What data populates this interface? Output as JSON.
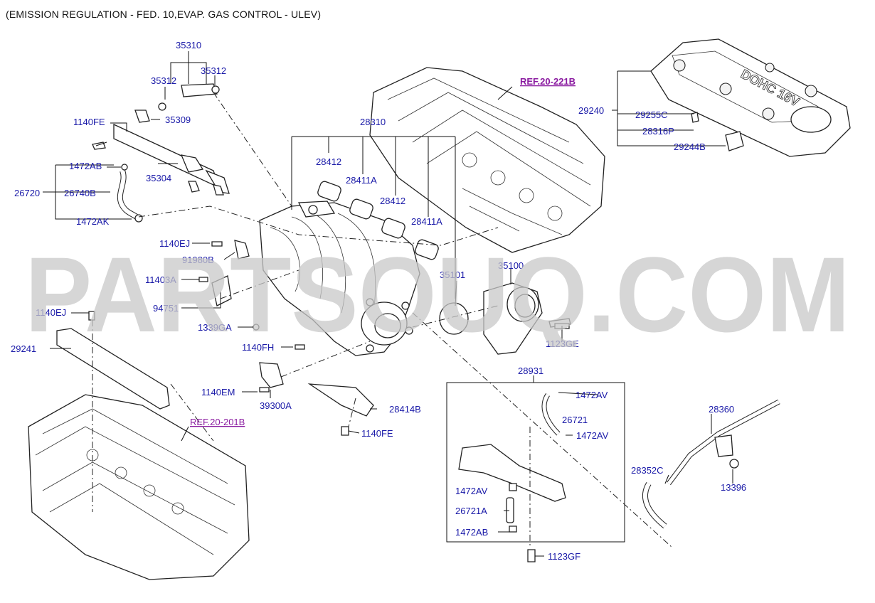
{
  "title": "(EMISSION REGULATION - FED. 10,EVAP. GAS CONTROL - ULEV)",
  "watermark": "PARTSOUQ.COM",
  "cover_text": "DOHC 16V",
  "refs": {
    "ref_221b": "REF.20-221B",
    "ref_201b": "REF.20-201B"
  },
  "labels": {
    "p35310": "35310",
    "p35312a": "35312",
    "p35312b": "35312",
    "p35309": "35309",
    "p1140fe_a": "1140FE",
    "p35304": "35304",
    "p1472ab_a": "1472AB",
    "p26720": "26720",
    "p26740b": "26740B",
    "p1472ak": "1472AK",
    "p28310": "28310",
    "p28412a": "28412",
    "p28411a_a": "28411A",
    "p28412b": "28412",
    "p28411a_b": "28411A",
    "p1140ej_a": "1140EJ",
    "p91980b": "91980B",
    "p11403a": "11403A",
    "p94751": "94751",
    "p1140ej_b": "1140EJ",
    "p1339ga": "1339GA",
    "p29241": "29241",
    "p1140fh": "1140FH",
    "p35101": "35101",
    "p35100": "35100",
    "p1123ge": "1123GE",
    "p1140em": "1140EM",
    "p39300a": "39300A",
    "p28414b": "28414B",
    "p1140fe_b": "1140FE",
    "p28931": "28931",
    "p1472av_a": "1472AV",
    "p26721": "26721",
    "p1472av_b": "1472AV",
    "p1472av_c": "1472AV",
    "p26721a": "26721A",
    "p1472ab_b": "1472AB",
    "p1123gf": "1123GF",
    "p29240": "29240",
    "p29255c": "29255C",
    "p28316p": "28316P",
    "p29244b": "29244B",
    "p28360": "28360",
    "p28352c": "28352C",
    "p13396": "13396"
  },
  "colors": {
    "label": "#1a1aa8",
    "ref": "#8a1aa0",
    "watermark": "#c8c8c8"
  }
}
